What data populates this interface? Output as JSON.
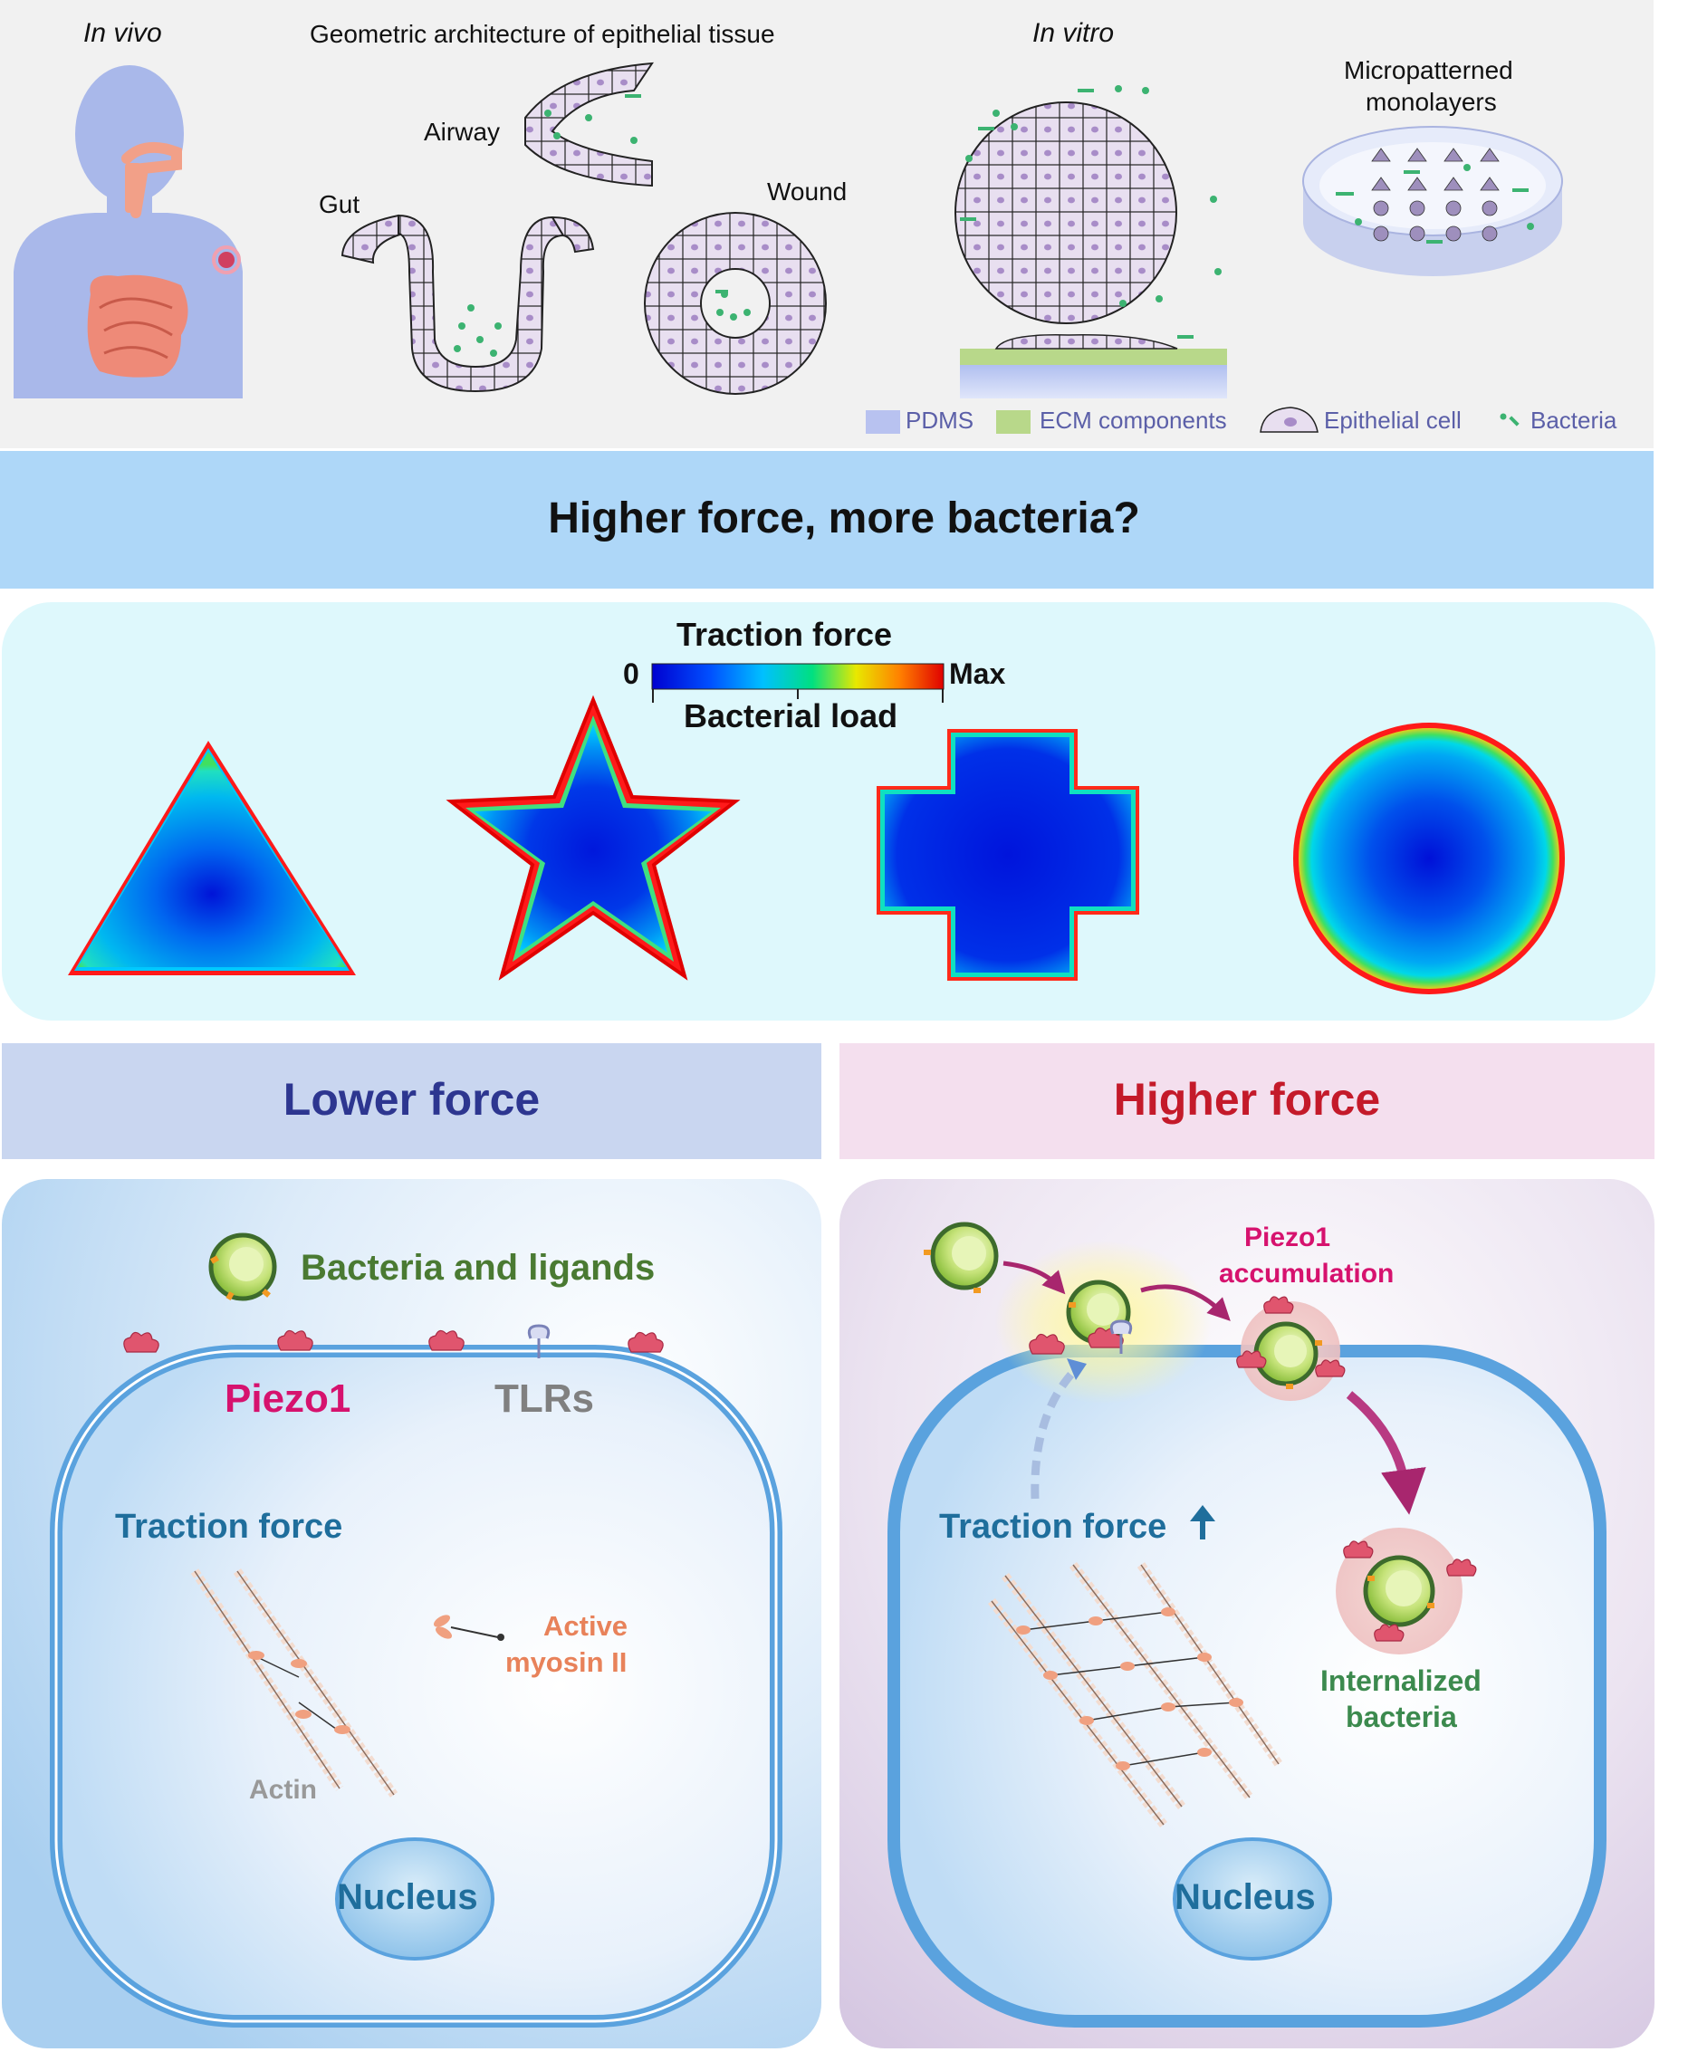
{
  "top": {
    "in_vivo": "In vivo",
    "geometric_title": "Geometric architecture of epithelial tissue",
    "airway": "Airway",
    "gut": "Gut",
    "wound": "Wound",
    "in_vitro": "In vitro",
    "micropatterned_line1": "Micropatterned",
    "micropatterned_line2": "monolayers",
    "legend": {
      "pdms": "PDMS",
      "ecm": "ECM components",
      "epithelial": "Epithelial cell",
      "bacteria": "Bacteria"
    }
  },
  "question_banner": "Higher force, more bacteria?",
  "colorbar": {
    "title": "Traction force",
    "min_label": "0",
    "max_label": "Max",
    "subtitle": "Bacterial load",
    "colors": [
      "#0000d8",
      "#0066ff",
      "#00ccff",
      "#00e070",
      "#e8e800",
      "#ff8800",
      "#e00000"
    ]
  },
  "shapes": [
    "triangle",
    "star",
    "cross",
    "circle"
  ],
  "lower": {
    "header": "Lower force",
    "bacteria_ligands": "Bacteria and ligands",
    "piezo1": "Piezo1",
    "tlrs": "TLRs",
    "traction_force": "Traction force",
    "active_line1": "Active",
    "active_line2": "myosin II",
    "actin": "Actin",
    "nucleus": "Nucleus"
  },
  "higher": {
    "header": "Higher force",
    "piezo_acc_line1": "Piezo1",
    "piezo_acc_line2": "accumulation",
    "traction_force": "Traction force",
    "internalized_line1": "Internalized",
    "internalized_line2": "bacteria",
    "nucleus": "Nucleus"
  },
  "colors": {
    "piezo": "#d6126e",
    "tlr": "#808080",
    "traction": "#1f6e9c",
    "myosin": "#e8825a",
    "bacteria_text": "#4a7a32",
    "lower_header": "#2d3690",
    "higher_header": "#c41a2a",
    "legend_text": "#5b5fa8"
  }
}
